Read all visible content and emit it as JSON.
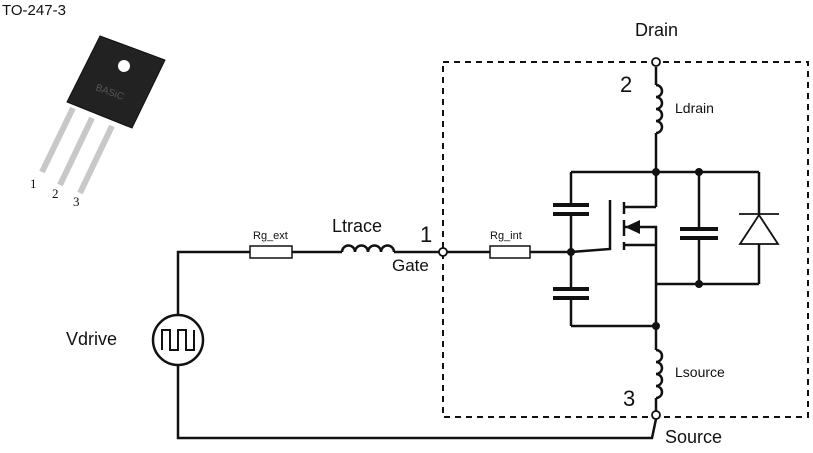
{
  "package": {
    "title": "TO-247-3",
    "brand": "BASiC",
    "pins": [
      "1",
      "2",
      "3"
    ]
  },
  "labels": {
    "drain": "Drain",
    "source": "Source",
    "gate": "Gate",
    "pin1": "1",
    "pin2": "2",
    "pin3": "3",
    "ldrain": "Ldrain",
    "lsource": "Lsource",
    "rg_ext": "Rg_ext",
    "ltrace": "Ltrace",
    "rg_int": "Rg_int",
    "vdrive": "Vdrive"
  }
}
